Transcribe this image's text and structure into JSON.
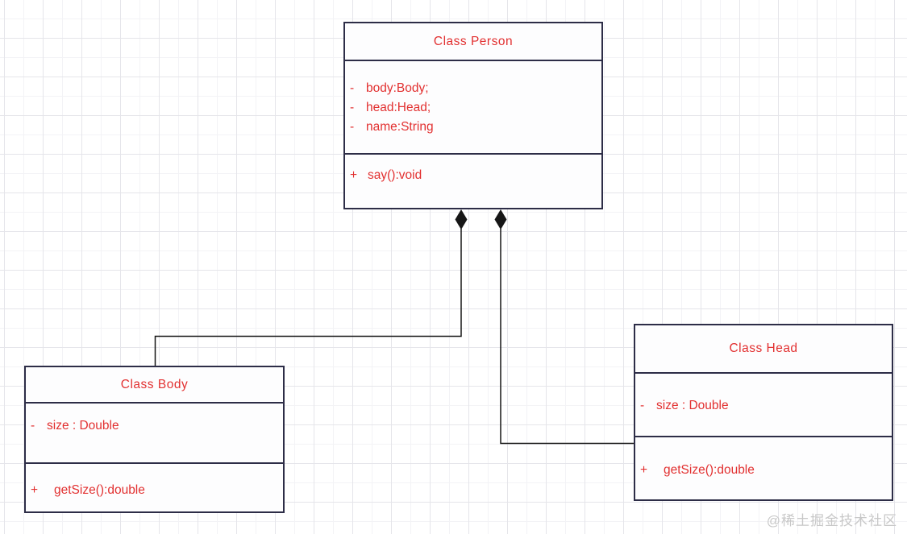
{
  "canvas": {
    "watermark": "@稀土掘金技术社区"
  },
  "colors": {
    "text_red": "#e23030",
    "box_border": "#2d2d47",
    "connector_line": "#161616",
    "diamond_fill": "#161616",
    "grid_major": "#e5e5ea",
    "grid_minor": "#f3f3f6",
    "watermark_gray": "#c8c8c8",
    "background": "#ffffff"
  },
  "diagram": {
    "type": "uml-class-diagram",
    "classes": [
      {
        "id": "person",
        "title": "Class Person",
        "attributes": [
          {
            "sign": "-",
            "text": "body:Body;"
          },
          {
            "sign": "-",
            "text": "head:Head;"
          },
          {
            "sign": "-",
            "text": "name:String"
          }
        ],
        "methods": [
          {
            "sign": "+",
            "text": "say():void"
          }
        ]
      },
      {
        "id": "body",
        "title": "Class Body",
        "attributes": [
          {
            "sign": "-",
            "text": "size : Double"
          }
        ],
        "methods": [
          {
            "sign": "+",
            "text": "getSize():double"
          }
        ]
      },
      {
        "id": "head",
        "title": "Class Head",
        "attributes": [
          {
            "sign": "-",
            "text": "size : Double"
          }
        ],
        "methods": [
          {
            "sign": "+",
            "text": "getSize():double"
          }
        ]
      }
    ],
    "relations": [
      {
        "from": "Class Person",
        "to": "Class Body",
        "type": "composition",
        "marker": "filled-diamond-at-person"
      },
      {
        "from": "Class Person",
        "to": "Class Head",
        "type": "composition",
        "marker": "filled-diamond-at-person"
      }
    ]
  }
}
